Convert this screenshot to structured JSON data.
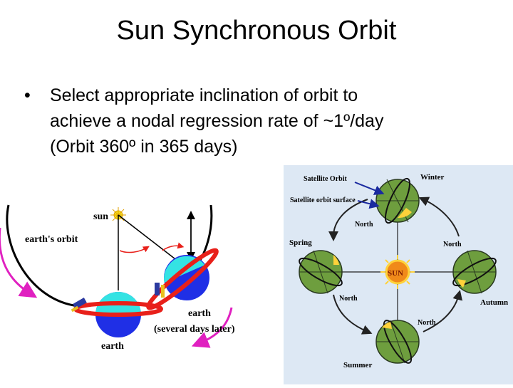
{
  "slide": {
    "title": "Sun Synchronous Orbit",
    "bullet_symbol": "•",
    "bullet_lines": [
      "Select appropriate inclination of orbit to",
      "achieve a nodal regression rate of ~1º/day",
      "(Orbit 360º in 365 days)"
    ]
  },
  "left_figure": {
    "sun_label": "sun",
    "orbit_label": "earth's orbit",
    "earth_label": "earth",
    "earth_later_label_1": "earth",
    "earth_later_label_2": "(several days later)"
  },
  "right_figure": {
    "satellite_orbit_label": "Satellite Orbit",
    "satellite_orbit_surface_label": "Satellite orbit surface",
    "winter_label": "Winter",
    "spring_label": "Spring",
    "autumn_label": "Autumn",
    "summer_label": "Summer",
    "sun_label": "SUN",
    "north_labels": [
      "North",
      "North",
      "North",
      "North"
    ]
  },
  "colors": {
    "magenta_arrow": "#e020c0",
    "earth_blue": "#1f2fe6",
    "earth_cyan": "#34e3e3",
    "orbit_red": "#e8201a",
    "globe_green": "#6e9e3e",
    "sun_orange": "#f08a1a",
    "panel_bg": "#dde8f4"
  }
}
